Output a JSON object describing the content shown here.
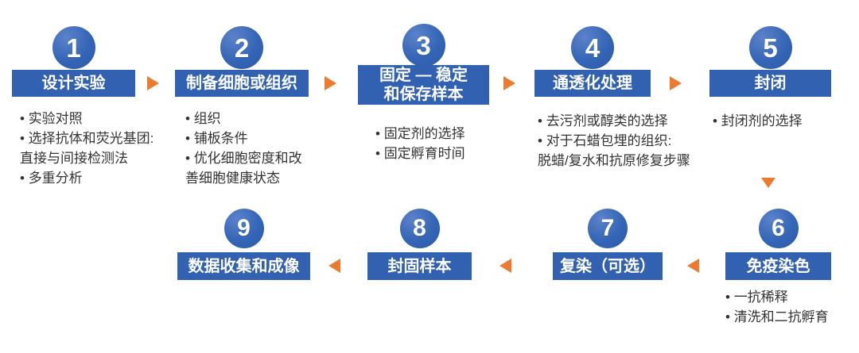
{
  "diagram": {
    "type": "process-flowchart",
    "language": "zh-CN",
    "topic": "免疫荧光染色实验流程",
    "flow": {
      "row1_direction": "right",
      "row2_direction": "left",
      "row_connector": "down"
    }
  },
  "steps": [
    {
      "number": "1",
      "title": "设计实验",
      "bullets": [
        "实验对照",
        "选择抗体和荧光基团:\n直接与间接检测法",
        "多重分析"
      ]
    },
    {
      "number": "2",
      "title": "制备细胞或组织",
      "bullets": [
        "组织",
        "铺板条件",
        "优化细胞密度和改\n善细胞健康状态"
      ]
    },
    {
      "number": "3",
      "title": "固定 — 稳定\n和保存样本",
      "bullets": [
        "固定剂的选择",
        "固定孵育时间"
      ]
    },
    {
      "number": "4",
      "title": "通透化处理",
      "bullets": [
        "去污剂或醇类的选择",
        "对于石蜡包埋的组织:\n脱蜡/复水和抗原修复步骤"
      ]
    },
    {
      "number": "5",
      "title": "封闭",
      "bullets": [
        "封闭剂的选择"
      ]
    },
    {
      "number": "6",
      "title": "免疫染色",
      "bullets": [
        "一抗稀释",
        "清洗和二抗孵育"
      ]
    },
    {
      "number": "7",
      "title": "复染（可选）",
      "bullets": []
    },
    {
      "number": "8",
      "title": "封固样本",
      "bullets": []
    },
    {
      "number": "9",
      "title": "数据收集和成像",
      "bullets": []
    }
  ],
  "colors": {
    "bar_blue": "#3161B0",
    "circle_blue": "#3465B6",
    "arrow_orange": "#EC7B2F",
    "bullet_text": "#333333",
    "title_text": "#FFFFFF",
    "background": "#FFFFFF"
  }
}
